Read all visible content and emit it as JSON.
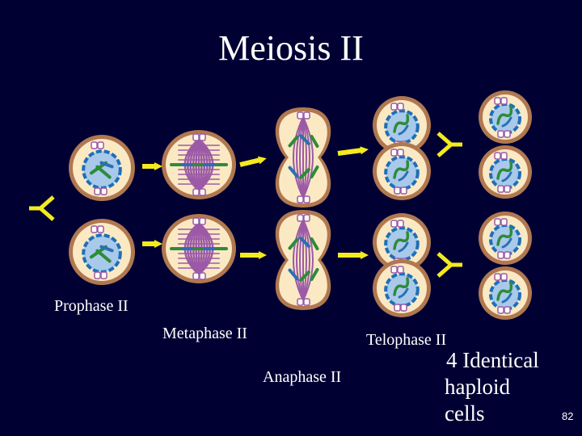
{
  "slide": {
    "title": "Meiosis II",
    "page_number": "82"
  },
  "labels": {
    "prophase": "Prophase II",
    "metaphase": "Metaphase II",
    "anaphase": "Anaphase II",
    "telophase": "Telophase II",
    "result_line1": "4 Identical",
    "result_line2": "haploid",
    "result_line3": "cells"
  },
  "colors": {
    "background": "#000033",
    "cell_membrane": "#b07850",
    "cytoplasm": "#fbe9c4",
    "nucleus_envelope": "#1d6fb8",
    "nucleus_fill": "#a9c9ea",
    "spindle": "#9c5aa6",
    "chromosome_green": "#2e8b3a",
    "chromosome_blue": "#2b6fb5",
    "arrow": "#f4ea1e",
    "text": "#ffffff"
  }
}
